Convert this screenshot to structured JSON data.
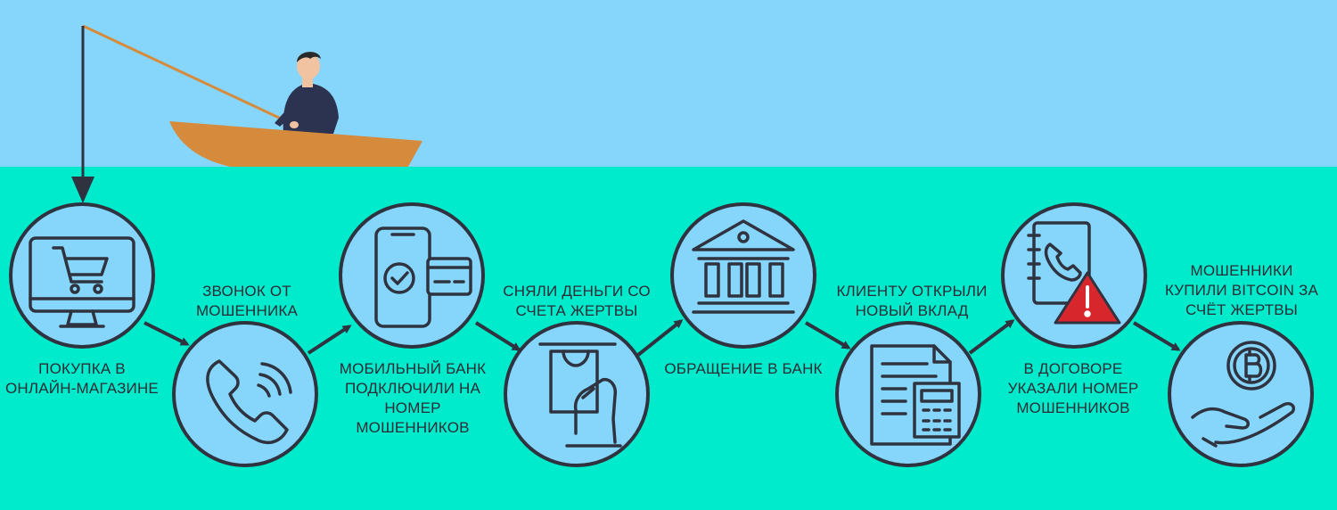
{
  "colors": {
    "sky": "#86d6fb",
    "water": "#00ebcc",
    "circle_fill": "#86d6fb",
    "stroke": "#2f3340",
    "boat": "#d68b3c",
    "warning": "#d8262d"
  },
  "steps": [
    {
      "icon": "shopping-cart-monitor-icon",
      "label": [
        "ПОКУПКА В",
        "ОНЛАЙН-МАГАЗИНЕ"
      ]
    },
    {
      "icon": "phone-call-icon",
      "label": [
        "ЗВОНОК ОТ",
        "МОШЕННИКА"
      ]
    },
    {
      "icon": "mobile-bank-card-icon",
      "label": [
        "МОБИЛЬНЫЙ БАНК",
        "ПОДКЛЮЧИЛИ НА",
        "НОМЕР",
        "МОШЕННИКОВ"
      ]
    },
    {
      "icon": "atm-cash-withdrawal-icon",
      "label": [
        "СНЯЛИ ДЕНЬГИ СО",
        "СЧЕТА ЖЕРТВЫ"
      ]
    },
    {
      "icon": "bank-building-icon",
      "label": [
        "ОБРАЩЕНИЕ В БАНК"
      ]
    },
    {
      "icon": "document-calculator-icon",
      "label": [
        "КЛИЕНТУ ОТКРЫЛИ",
        "НОВЫЙ ВКЛАД"
      ]
    },
    {
      "icon": "contract-phone-warning-icon",
      "label": [
        "В ДОГОВОРЕ",
        "УКАЗАЛИ НОМЕР",
        "МОШЕННИКОВ"
      ]
    },
    {
      "icon": "bitcoin-hand-icon",
      "label": [
        "МОШЕННИКИ",
        "КУПИЛИ BITCOIN ЗА",
        "СЧЁТ ЖЕРТВЫ"
      ]
    }
  ]
}
